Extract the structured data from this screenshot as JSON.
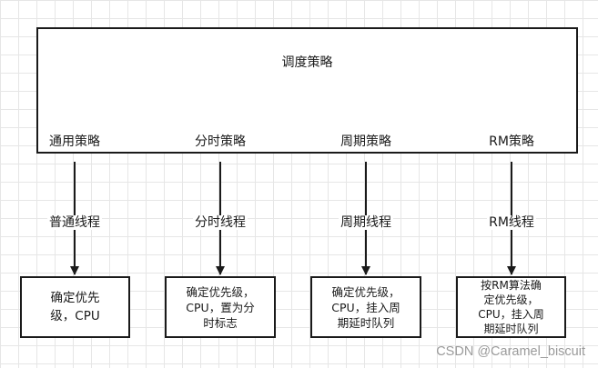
{
  "diagram": {
    "title": "调度策略",
    "columns": [
      {
        "policy": "通用策略",
        "thread": "普通线程",
        "action": "确定优先\n级，CPU"
      },
      {
        "policy": "分时策略",
        "thread": "分时线程",
        "action": "确定优先级，\nCPU，置为分\n时标志"
      },
      {
        "policy": "周期策略",
        "thread": "周期线程",
        "action": "确定优先级，\nCPU，挂入周\n期延时队列"
      },
      {
        "policy": "RM策略",
        "thread": "RM线程",
        "action": "按RM算法确\n定优先级，\nCPU，挂入周\n期延时队列"
      }
    ]
  },
  "watermark": "CSDN @Caramel_biscuit",
  "colors": {
    "line": "#1a1a1a",
    "grid": "#e6e6e6",
    "watermark": "#9a9a9a"
  }
}
